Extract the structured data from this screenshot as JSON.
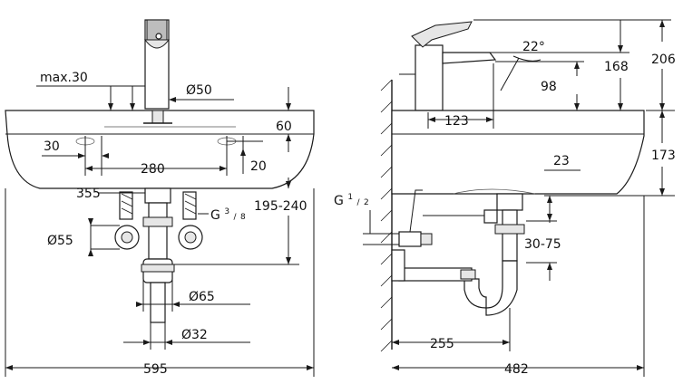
{
  "front_view": {
    "max_height": "max.30",
    "spout_diameter": "Ø50",
    "basin_rim_height": "60",
    "tap_offset": "30",
    "hole_spacing": "280",
    "hole_offset": "20",
    "valve_height": "355",
    "height_range": "195-240",
    "connection_thread": "G",
    "connection_thread_num": "3",
    "connection_thread_den": "8",
    "valve_diameter": "Ø55",
    "trap_diameter": "Ø65",
    "drain_diameter": "Ø32",
    "overall_width": "595"
  },
  "side_view": {
    "height_total": "206",
    "spout_angle": "22°",
    "spout_height": "168",
    "outlet_height": "98",
    "spout_reach": "123",
    "basin_depth": "173",
    "basin_offset": "23",
    "connection_thread": "G",
    "connection_thread_num": "1",
    "connection_thread_den": "2",
    "trap_range": "30-75",
    "trap_distance": "255",
    "overall_depth": "482"
  }
}
